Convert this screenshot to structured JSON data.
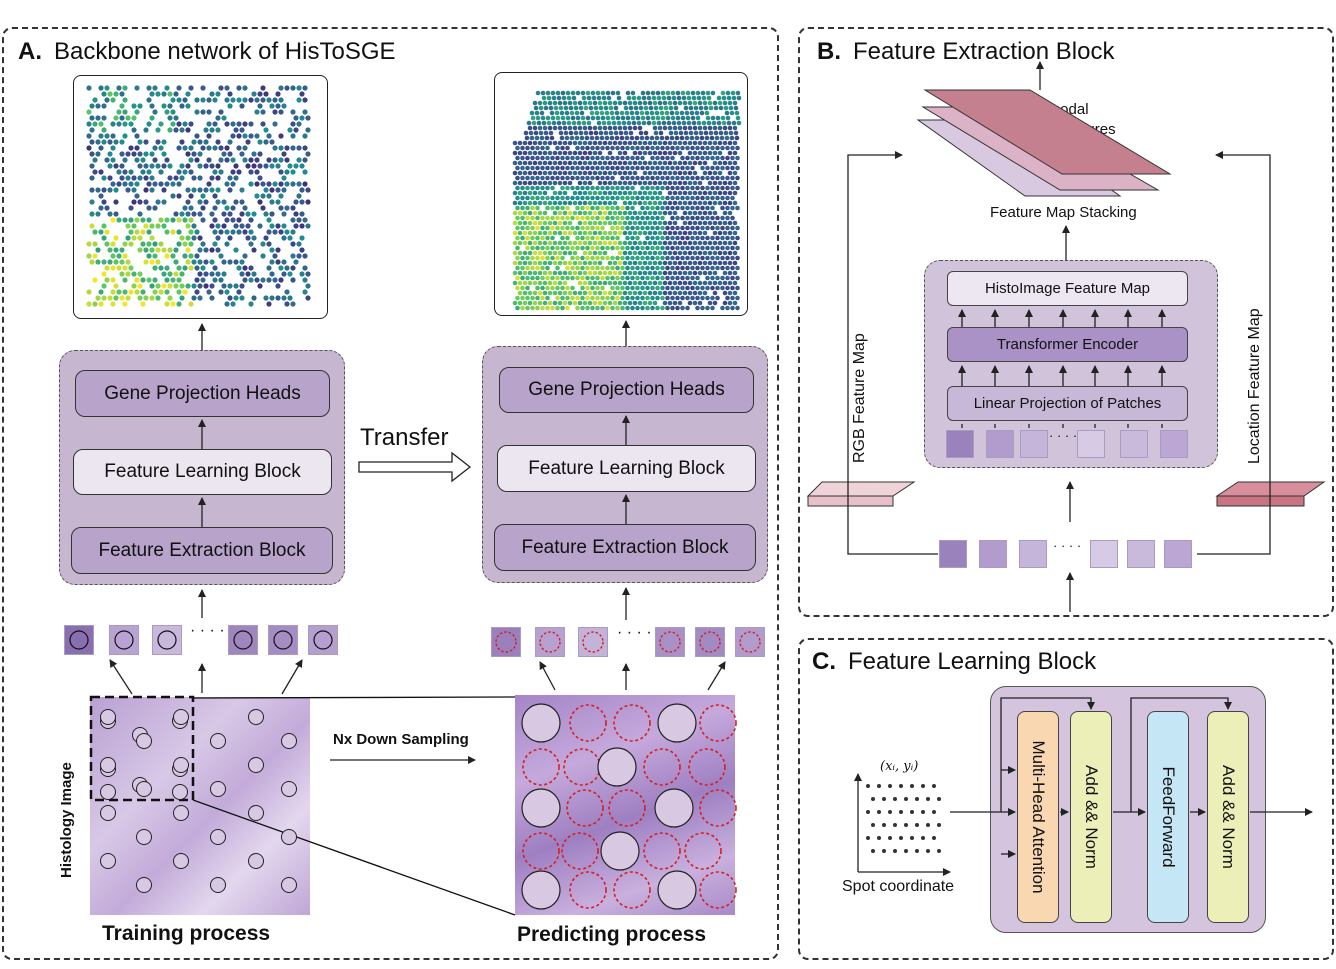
{
  "panel_a": {
    "letter": "A.",
    "title": "Backbone network of HisToSGE",
    "gene_heads": "Gene Projection  Heads",
    "feature_learning": "Feature Learning  Block",
    "feature_extraction": "Feature Extraction  Block",
    "transfer": "Transfer",
    "down_sampling": "Nx Down Sampling",
    "histology_image": "Histology Image",
    "training": "Training process",
    "predicting": "Predicting process",
    "ellipsis": "· · · ·"
  },
  "panel_b": {
    "letter": "B.",
    "title": "Feature Extraction  Block",
    "multimodal_line1": "Multimodal",
    "multimodal_line2": "histological features",
    "stacking": "Feature Map Stacking",
    "histo_map": "HistoImage Feature Map",
    "transformer": "Transformer Encoder",
    "linear": "Linear Projection of Patches",
    "rgb": "RGB Feature Map",
    "location": "Location Feature Map",
    "ellipsis": "· · · ·"
  },
  "panel_c": {
    "letter": "C.",
    "title": "Feature Learning  Block",
    "coord_label": "(xᵢ, yᵢ)",
    "spot": "Spot coordinate",
    "mha": "Multi-Head Attention",
    "addnorm1": "Add && Norm",
    "feedforward": "FeedForward",
    "addnorm2": "Add && Norm"
  },
  "colors": {
    "group": "#c6b6cf",
    "dark_box": "#b8a4cb",
    "light_box": "#ece6f1",
    "stack_top": "#c5808f",
    "mha": "#f9d7b0",
    "addnorm": "#ecf0b8",
    "feedforward": "#c5e6f5"
  }
}
